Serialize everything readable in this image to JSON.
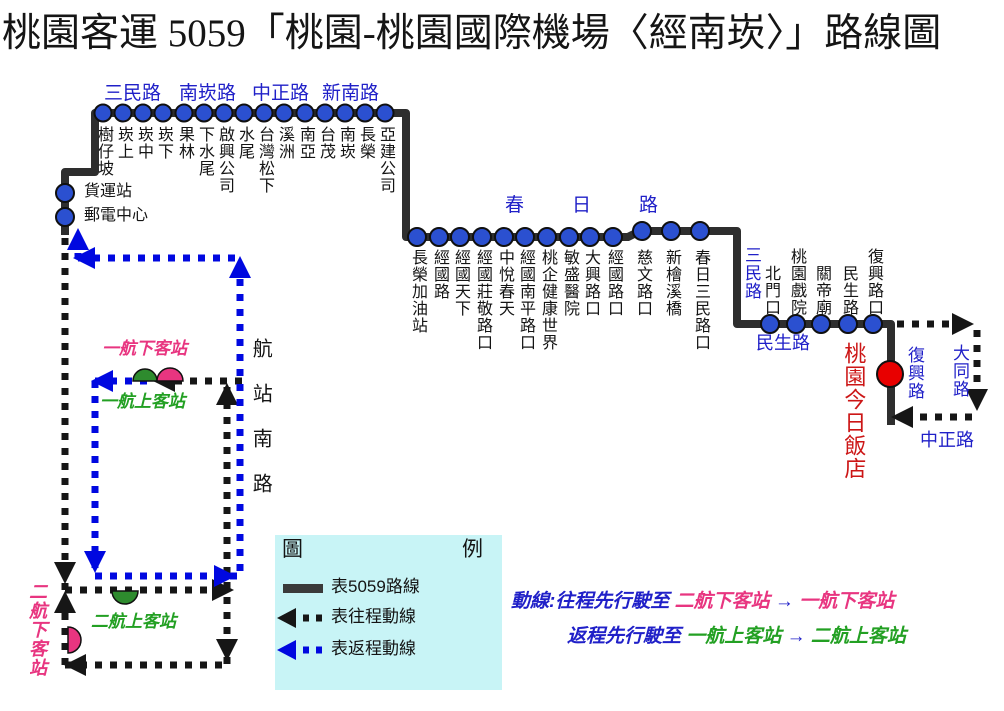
{
  "title": "桃園客運 5059「桃園-桃園國際機場〈經南崁〉」路線圖",
  "colors": {
    "route_line": "#2e2e2e",
    "stop_dot": "#2b50d0",
    "outbound_dotted": "#161616",
    "return_dotted": "#0008e0",
    "street_text": "#2020c8",
    "terminus_dot": "#e80000",
    "hotel_text": "#cc1616",
    "pink_station": "#e83580",
    "green_station": "#23a023",
    "legend_bg": "#c8f4f6"
  },
  "routes": {
    "top": {
      "streets": [
        "三民路",
        "南崁路",
        "中正路",
        "新南路"
      ],
      "stops": [
        "樹仔坡",
        "崁上",
        "崁中",
        "崁下",
        "果林",
        "下水尾",
        "啟興公司",
        "水尾",
        "台灣松下",
        "溪洲",
        "南亞",
        "台茂",
        "南崁",
        "長榮",
        "亞建公司"
      ]
    },
    "left_branch": {
      "stops": [
        "貨運站",
        "郵電中心"
      ]
    },
    "chunri": {
      "street": "春日路",
      "stops": [
        "長榮加油站",
        "經國路",
        "經國天下",
        "經國莊敬路口",
        "中悅春天",
        "經國南平路口",
        "桃企健康世界",
        "敏盛醫院",
        "大興路口",
        "經國路口",
        "慈文路口",
        "新檜溪橋",
        "春日三民路口"
      ]
    },
    "minsheng": {
      "street": "民生路",
      "stops": [
        "北門口",
        "桃園戲院",
        "關帝廟",
        "民生路",
        "復興路口"
      ]
    }
  },
  "streets": {
    "sanmin_v": "三民路",
    "fuxing_v": "復興路",
    "datong_v": "大同路",
    "zhongzheng": "中正路",
    "hangzhan_south": "航站南路"
  },
  "terminus": {
    "hotel": "桃園今日飯店"
  },
  "airport": {
    "t1_drop": "一航下客站",
    "t1_board": "一航上客站",
    "t2_board": "二航上客站",
    "t2_drop": "二航下客站"
  },
  "legend": {
    "left": "圖",
    "right": "例",
    "route_5059": "表5059路線",
    "outbound": "表往程動線",
    "return": "表返程動線"
  },
  "flow": {
    "line1": [
      {
        "text": "動線:往程先行駛至 ",
        "color": "blue"
      },
      {
        "text": "二航下客站",
        "color": "pink"
      },
      {
        "text": " → ",
        "color": "blue"
      },
      {
        "text": "一航下客站",
        "color": "pink"
      }
    ],
    "line2": [
      {
        "text": "返程先行駛至 ",
        "color": "blue"
      },
      {
        "text": "一航上客站",
        "color": "green"
      },
      {
        "text": " → ",
        "color": "blue"
      },
      {
        "text": "二航上客站",
        "color": "green"
      }
    ]
  }
}
